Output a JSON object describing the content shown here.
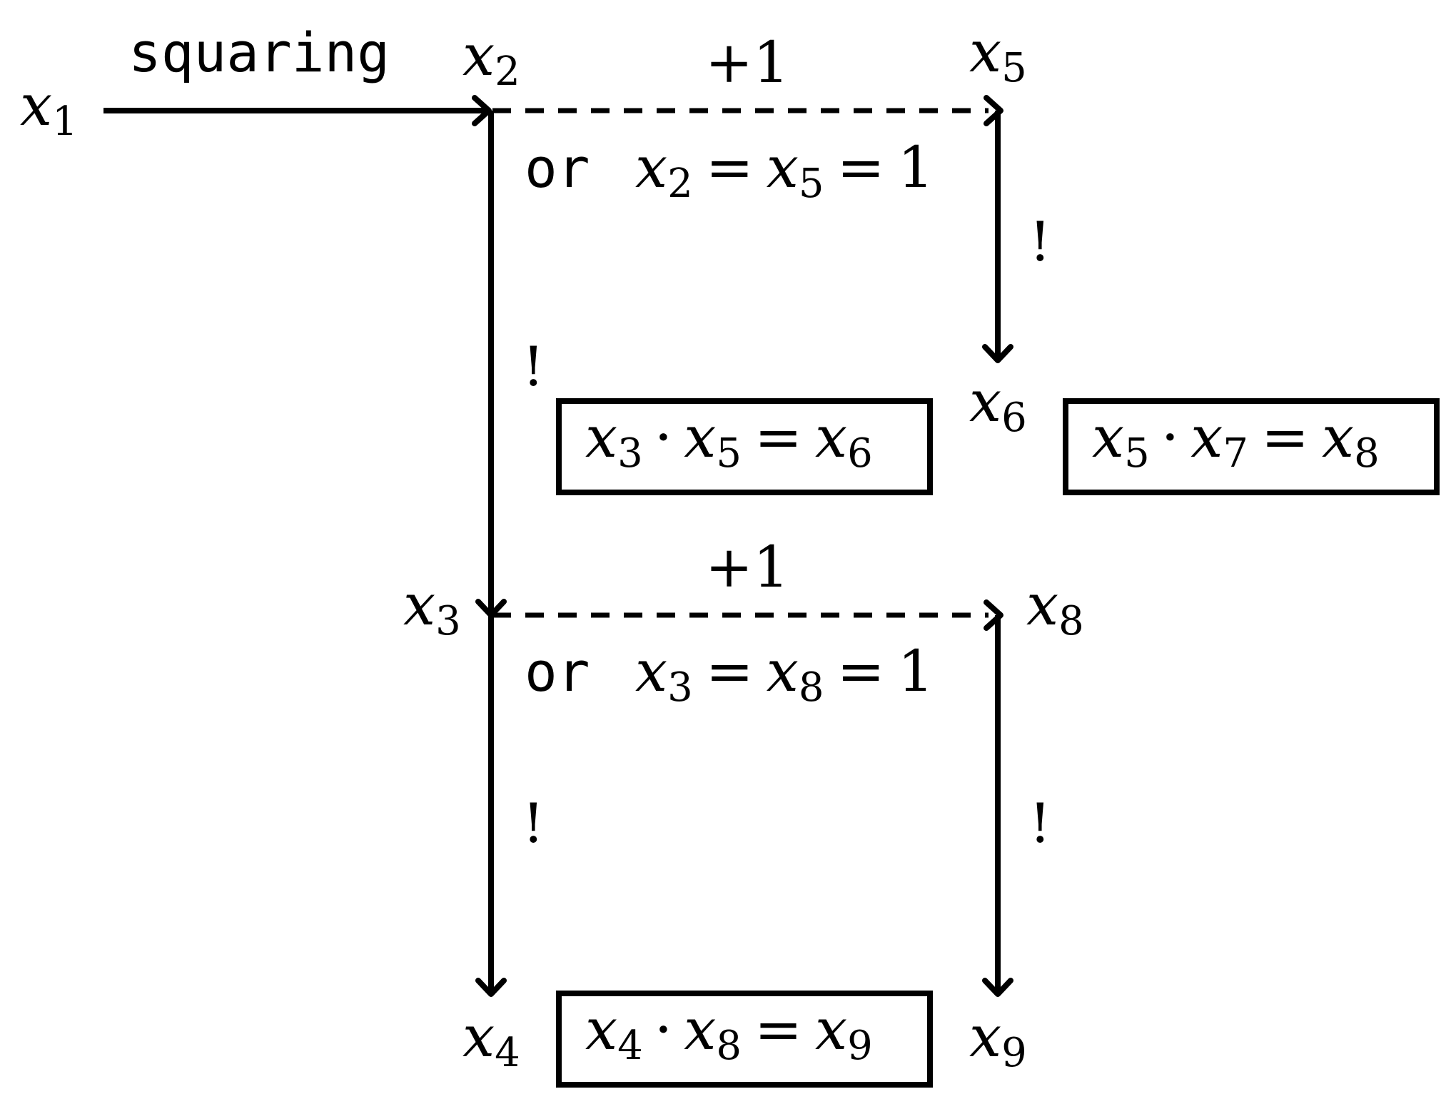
{
  "nodes": {
    "x1": {
      "base": "x",
      "sub": "1"
    },
    "x2": {
      "base": "x",
      "sub": "2"
    },
    "x3": {
      "base": "x",
      "sub": "3"
    },
    "x4": {
      "base": "x",
      "sub": "4"
    },
    "x5": {
      "base": "x",
      "sub": "5"
    },
    "x6": {
      "base": "x",
      "sub": "6"
    },
    "x8": {
      "base": "x",
      "sub": "8"
    },
    "x9": {
      "base": "x",
      "sub": "9"
    }
  },
  "edge_labels": {
    "squaring": "squaring",
    "plus_one_top": "+1",
    "plus_one_bottom": "+1",
    "bang": "!",
    "or": "or"
  },
  "conditions": {
    "top": {
      "a": "x",
      "a_sub": "2",
      "b": "x",
      "b_sub": "5",
      "eq": "=",
      "one": "1"
    },
    "bottom": {
      "a": "x",
      "a_sub": "3",
      "b": "x",
      "b_sub": "8",
      "eq": "=",
      "one": "1"
    }
  },
  "boxes": {
    "box1": {
      "t1": "x",
      "s1": "3",
      "op": "·",
      "t2": "x",
      "s2": "5",
      "eq": "=",
      "t3": "x",
      "s3": "6"
    },
    "box2": {
      "t1": "x",
      "s1": "5",
      "op": "·",
      "t2": "x",
      "s2": "7",
      "eq": "=",
      "t3": "x",
      "s3": "8"
    },
    "box3": {
      "t1": "x",
      "s1": "4",
      "op": "·",
      "t2": "x",
      "s2": "8",
      "eq": "=",
      "t3": "x",
      "s3": "9"
    }
  }
}
